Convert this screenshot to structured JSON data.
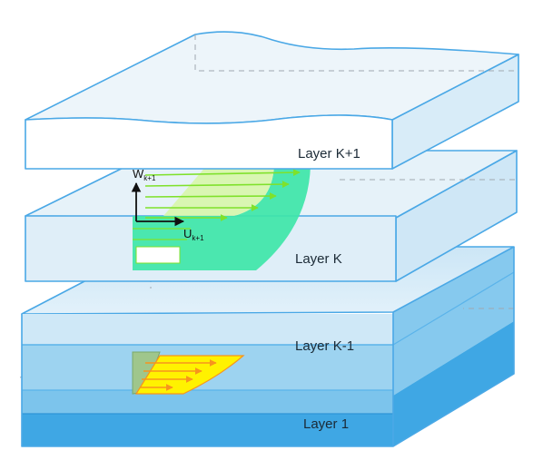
{
  "layers": [
    {
      "id": "k_plus_1",
      "label": "Layer K+1"
    },
    {
      "id": "k",
      "label": "Layer K"
    },
    {
      "id": "k_minus_1",
      "label": "Layer K-1"
    },
    {
      "id": "one",
      "label": "Layer 1"
    }
  ],
  "axes": {
    "vertical": {
      "main": "W",
      "sub": "k+1"
    },
    "horizontal": {
      "main": "U",
      "sub": "k+1"
    }
  },
  "colors": {
    "slab_top": "#eef5fa",
    "slab_top_blue": "#d5ebf8",
    "slab_front": "#ffffff",
    "slab_front_blue": "#cfe7f6",
    "edge": "#4aa8e6",
    "water_light": "#9dd3f0",
    "water_mid": "#7cc4ec",
    "water_deep": "#3fa7e4",
    "profile_green": "#3ee6a8",
    "profile_green_fill": "#d6f7a6",
    "arrow_green": "#7fe12b",
    "profile_yellow": "#fff200",
    "arrow_orange": "#f7941d",
    "profile_olive": "#9fc68c"
  },
  "icons": {
    "vertical_axis": "arrow-up-icon",
    "horizontal_axis": "arrow-right-icon"
  }
}
